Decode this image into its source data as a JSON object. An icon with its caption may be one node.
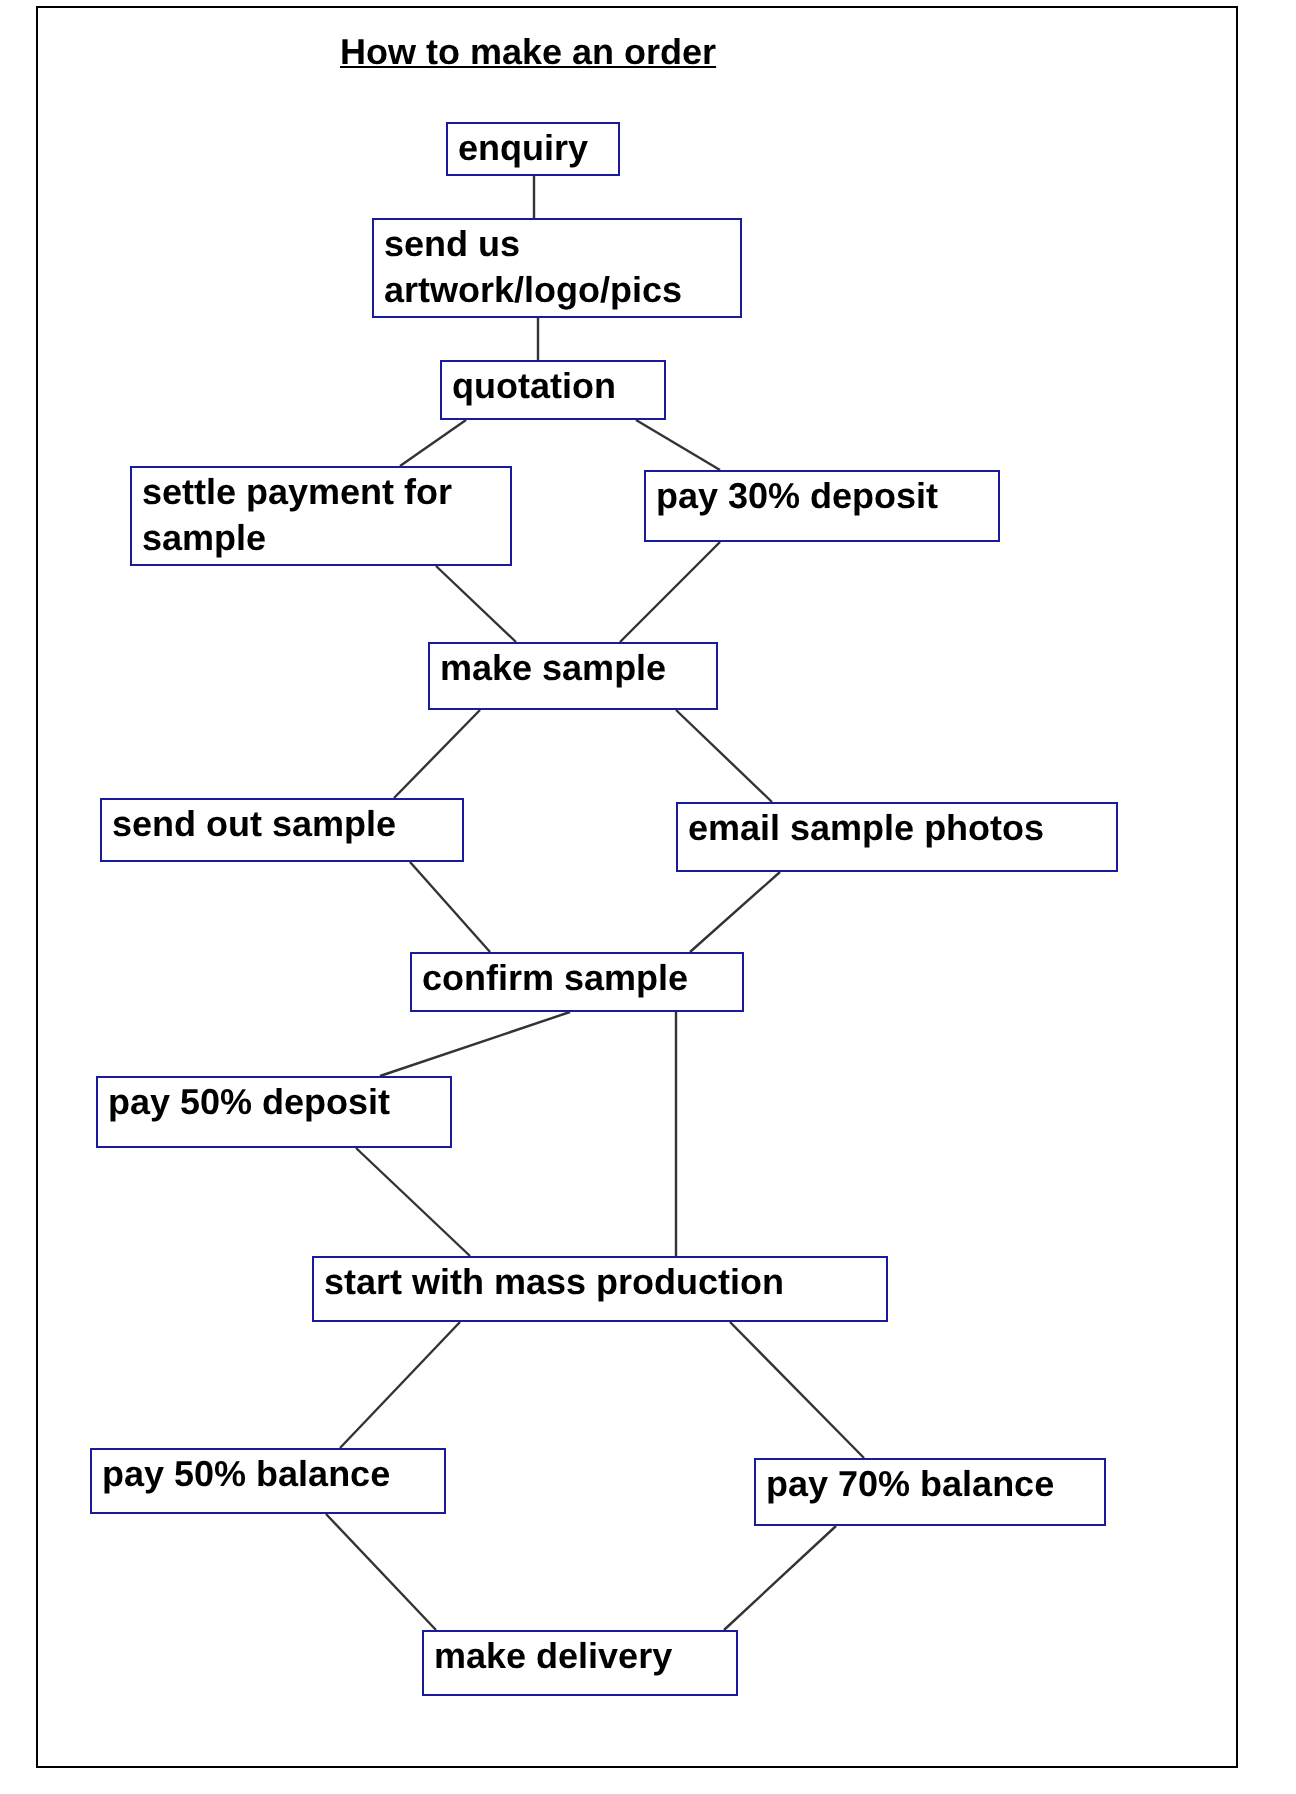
{
  "diagram": {
    "title": "How to make an order",
    "nodes": [
      {
        "text": [
          "enquiry"
        ]
      },
      {
        "text": [
          "send us artwork/logo/pics"
        ]
      },
      {
        "text": [
          "quotation"
        ]
      },
      {
        "text": [
          "settle payment for sample"
        ]
      },
      {
        "text": [
          "pay 30% deposit"
        ]
      },
      {
        "text": [
          "make sample"
        ]
      },
      {
        "text": [
          "send out sample"
        ]
      },
      {
        "text": [
          "email sample photos"
        ]
      },
      {
        "text": [
          "confirm sample"
        ]
      },
      {
        "text": [
          "pay 50% deposit"
        ]
      },
      {
        "text": [
          "start with mass production"
        ]
      },
      {
        "text": [
          "pay 50% balance"
        ]
      },
      {
        "text": [
          "pay 70% balance"
        ]
      },
      {
        "text": [
          "make delivery"
        ]
      }
    ],
    "edges": [
      {
        "from": 0,
        "to": 1,
        "arrow": "none"
      },
      {
        "from": 1,
        "to": 2,
        "arrow": "none"
      },
      {
        "from": 2,
        "to": 3,
        "arrow": "none"
      },
      {
        "from": 2,
        "to": 4,
        "arrow": "none"
      },
      {
        "from": 3,
        "to": 5,
        "arrow": "none"
      },
      {
        "from": 4,
        "to": 5,
        "arrow": "none"
      },
      {
        "from": 5,
        "to": 6,
        "arrow": "none"
      },
      {
        "from": 5,
        "to": 7,
        "arrow": "none"
      },
      {
        "from": 6,
        "to": 8,
        "arrow": "none"
      },
      {
        "from": 7,
        "to": 8,
        "arrow": "none"
      },
      {
        "from": 8,
        "to": 9,
        "arrow": "none"
      },
      {
        "from": 8,
        "to": 10,
        "arrow": "none"
      },
      {
        "from": 9,
        "to": 10,
        "arrow": "none"
      },
      {
        "from": 10,
        "to": 11,
        "arrow": "none"
      },
      {
        "from": 10,
        "to": 12,
        "arrow": "none"
      },
      {
        "from": 11,
        "to": 13,
        "arrow": "none"
      },
      {
        "from": 12,
        "to": 13,
        "arrow": "none"
      }
    ]
  }
}
